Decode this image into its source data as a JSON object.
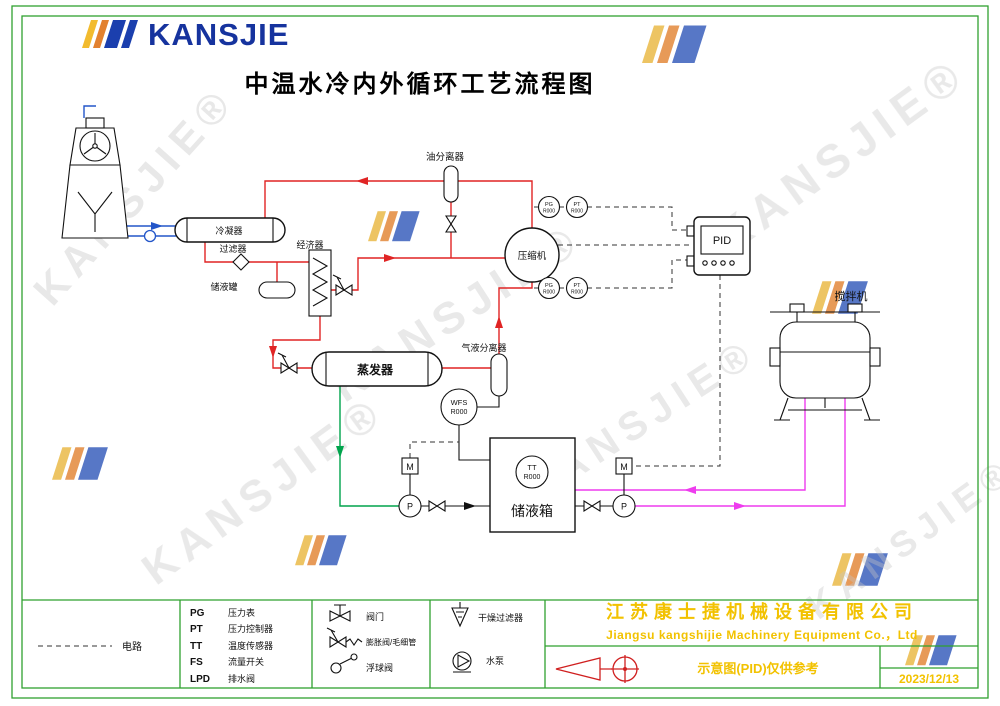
{
  "watermark": {
    "text": "KANSJIE®"
  },
  "logo": {
    "text": "KANSJIE"
  },
  "title": "中温水冷内外循环工艺流程图",
  "diagram": {
    "condenser": "冷凝器",
    "filter": "过滤器",
    "economizer": "经济器",
    "receiver": "储液罐",
    "oil_separator": "油分离器",
    "compressor": "压缩机",
    "pid": "PID",
    "evaporator": "蒸发器",
    "gas_liquid_separator": "气液分离器",
    "wfs_line1": "WFS",
    "wfs_line2": "R000",
    "tt_line1": "TT",
    "tt_line2": "R000",
    "storage_tank": "储液箱",
    "mixer": "搅拌机",
    "motor": "M",
    "pump": "P",
    "pg_line1": "PG",
    "pg_line2": "R000",
    "pt_line1": "PT",
    "pt_line2": "R000"
  },
  "legend": {
    "circuit_label": "电路",
    "rows": [
      {
        "abbr": "PG",
        "label": "压力表"
      },
      {
        "abbr": "PT",
        "label": "压力控制器"
      },
      {
        "abbr": "TT",
        "label": "温度传感器"
      },
      {
        "abbr": "FS",
        "label": "流量开关"
      },
      {
        "abbr": "LPD",
        "label": "排水阀"
      }
    ],
    "symbols": [
      {
        "label": "阀门"
      },
      {
        "label": "膨胀阀/毛细管"
      },
      {
        "label": "浮球阀"
      },
      {
        "label": "干燥过滤器"
      },
      {
        "label": "水泵"
      }
    ]
  },
  "title_block": {
    "company_cn": "江苏康士捷机械设备有限公司",
    "company_en": "Jiangsu kangshijie Machinery Equipment Co.，Ltd",
    "note": "示意图(PID)仅供参考",
    "date": "2023/12/13"
  },
  "colors": {
    "frame_green": "#2fa12f",
    "pipe_red": "#e02424",
    "pipe_blue": "#2356c9",
    "pipe_green": "#00a44c",
    "pipe_magenta": "#ee3cee",
    "brand_blue": "#16339e",
    "accent_yellow": "#f2c200",
    "watermark_gray": "#c4c4c4"
  }
}
